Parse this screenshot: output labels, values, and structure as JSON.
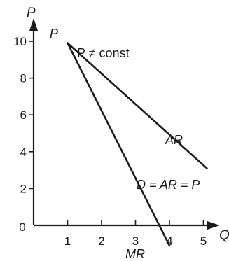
{
  "chart_data": {
    "type": "line",
    "title": "",
    "xlabel": "Q",
    "ylabel": "P",
    "xlim": [
      0,
      5.7
    ],
    "ylim": [
      0,
      11
    ],
    "x_ticks": [
      "1",
      "2",
      "3",
      "4",
      "5"
    ],
    "y_ticks": [
      "2",
      "4",
      "6",
      "8",
      "10"
    ],
    "x_tick_values": [
      1,
      2,
      3,
      4,
      5
    ],
    "y_tick_values": [
      2,
      4,
      6,
      8,
      10
    ],
    "origin_label": "0",
    "grid": false,
    "series": [
      {
        "name": "AR",
        "x": [
          1,
          5.1
        ],
        "y": [
          9.9,
          3.1
        ],
        "color": "#1a1a1a"
      },
      {
        "name": "MR",
        "x": [
          1,
          4.0
        ],
        "y": [
          9.9,
          -1.1
        ],
        "color": "#1a1a1a"
      }
    ],
    "annotations": {
      "peak_label": "P",
      "price_note": "P ≠ const",
      "ar_label": "AR",
      "demand_label": "D = AR = P",
      "mr_label": "MR"
    }
  }
}
